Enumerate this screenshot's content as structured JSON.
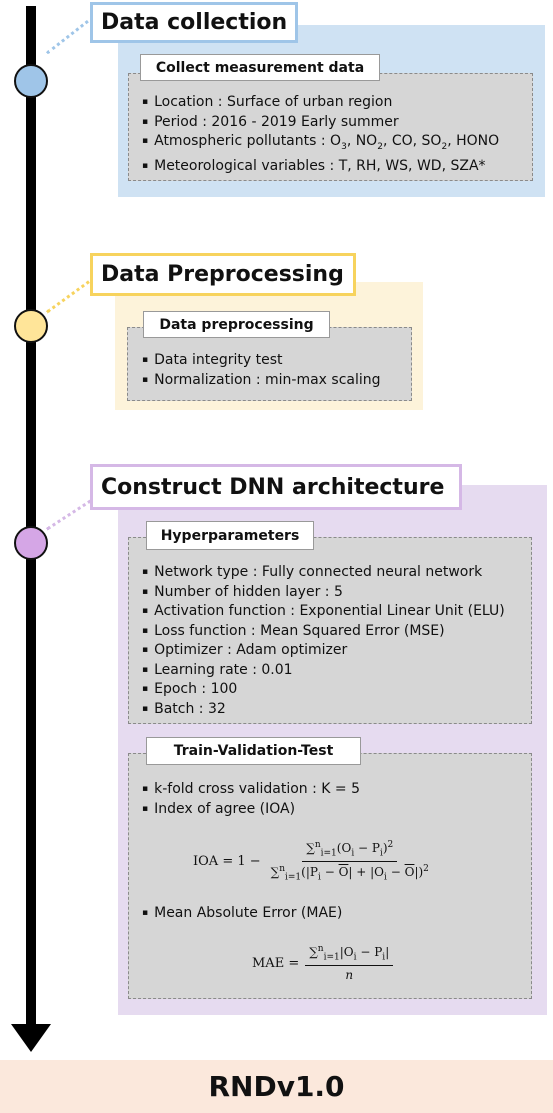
{
  "sections": [
    {
      "title": "Data collection",
      "box_label": "Collect measurement data",
      "bullets": [
        "Location : Surface of urban region",
        "Period : 2016 - 2019 Early summer"
      ],
      "pollutants_prefix": "Atmospheric pollutants : ",
      "pollutants": [
        "O3",
        "NO2",
        "CO",
        "SO2",
        "HONO"
      ],
      "meteorology": "Meteorological variables : T, RH, WS, WD, SZA*"
    },
    {
      "title": "Data Preprocessing",
      "box_label": "Data preprocessing",
      "bullets": [
        "Data integrity test",
        "Normalization : min-max scaling"
      ]
    },
    {
      "title": "Construct DNN architecture",
      "hyper_label": "Hyperparameters",
      "hyper_bullets": [
        "Network type : Fully connected neural network",
        "Number of hidden layer : 5",
        "Activation function : Exponential Linear Unit (ELU)",
        "Loss function : Mean Squared Error (MSE)",
        "Optimizer : Adam optimizer",
        "Learning rate : 0.01",
        "Epoch : 100",
        "Batch : 32"
      ],
      "tvt_label": "Train-Validation-Test",
      "tvt_bullets": [
        "k-fold cross validation : K = 5",
        "Index of agree (IOA)",
        "Mean Absolute Error (MAE)"
      ],
      "ioa_lhs": "IOA = 1 −",
      "mae_lhs": "MAE =",
      "mae_den": "n"
    }
  ],
  "footer": "RNDv1.0",
  "colors": {
    "blue_panel": "#cfe2f3",
    "blue_border": "#9fc5e8",
    "blue_node": "#9fc5e8",
    "yellow_panel": "#fdf3da",
    "yellow_border": "#f7d35d",
    "yellow_node": "#ffe599",
    "purple_panel": "#e6dbf0",
    "purple_border": "#d5b8e6",
    "purple_node": "#d5a6e6"
  }
}
